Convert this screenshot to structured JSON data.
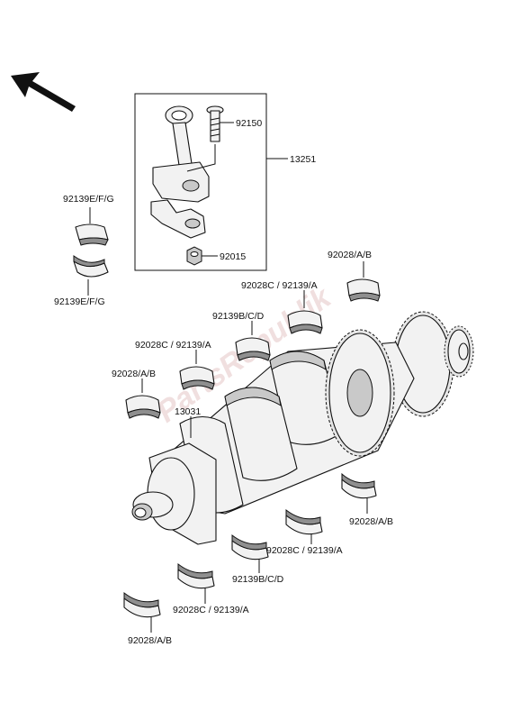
{
  "watermark": "PartsRepublik",
  "icons": {
    "direction_arrow": "front-direction-arrow-icon"
  },
  "labels": {
    "bolt": "92150",
    "rod_assembly": "13251",
    "nut": "92015",
    "rod_bearing_upper": "92139E/F/G",
    "rod_bearing_lower": "92139E/F/G",
    "crankshaft": "13031",
    "top_bearing_1": "92028/A/B",
    "top_bearing_2": "92028C / 92139/A",
    "top_bearing_3": "92139B/C/D",
    "top_bearing_4": "92028C / 92139/A",
    "top_bearing_5": "92028/A/B",
    "bottom_bearing_1": "92028/A/B",
    "bottom_bearing_2": "92028C / 92139/A",
    "bottom_bearing_3": "92139B/C/D",
    "bottom_bearing_4": "92028C / 92139/A",
    "bottom_bearing_5": "92028/A/B"
  }
}
